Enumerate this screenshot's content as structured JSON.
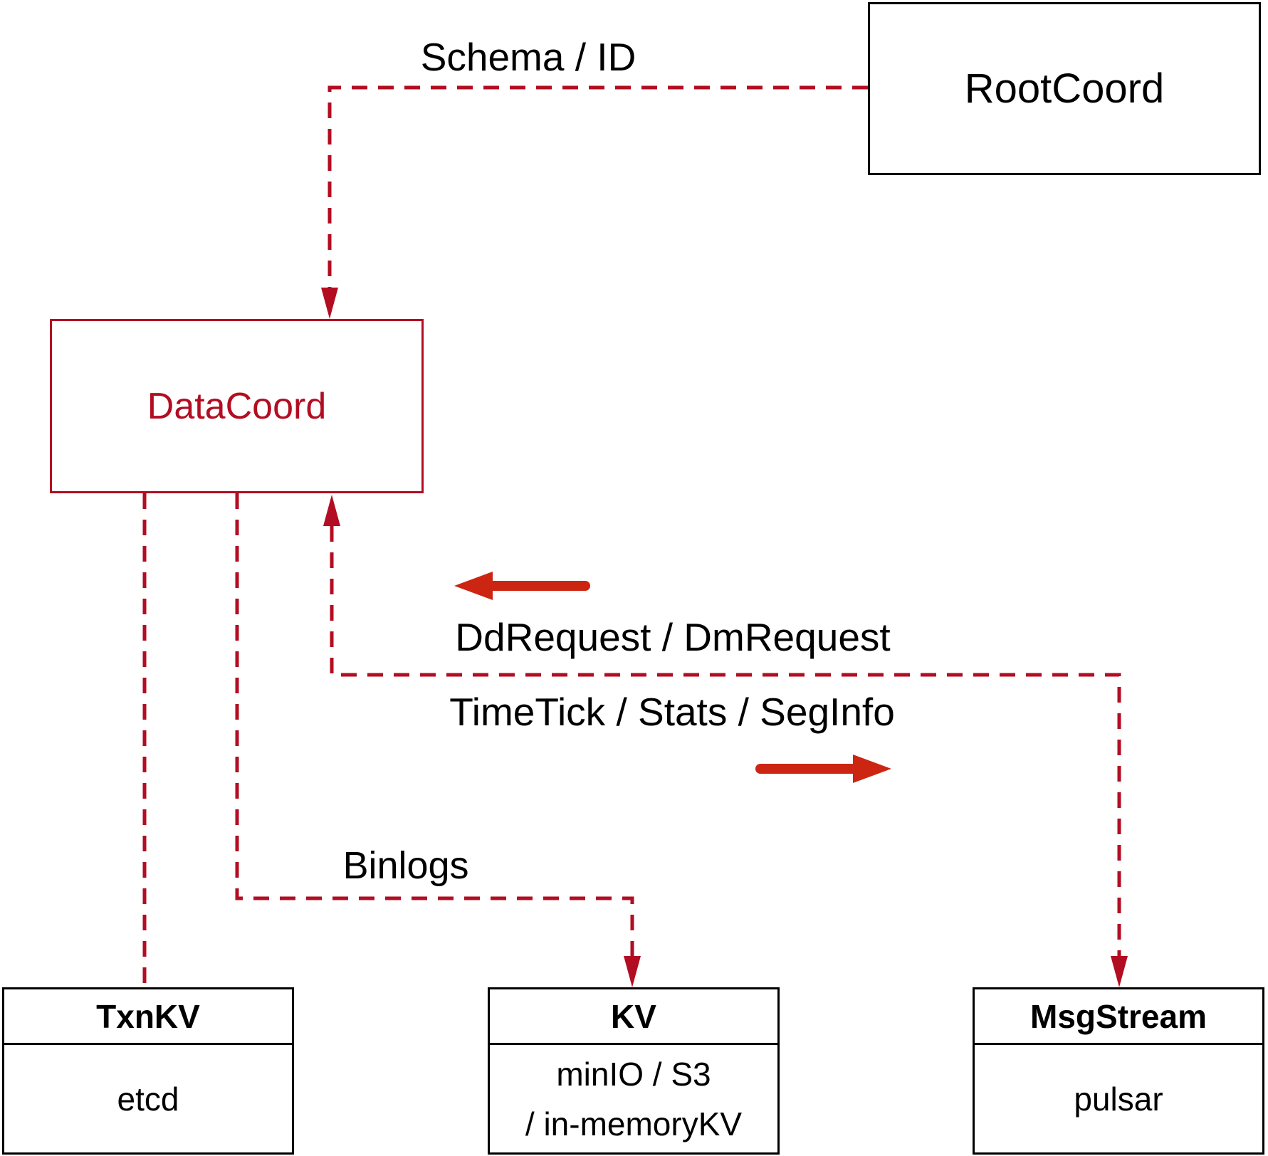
{
  "diagram": {
    "nodes": {
      "rootcoord": {
        "label": "RootCoord"
      },
      "datacoord": {
        "label": "DataCoord"
      },
      "txnkv": {
        "header": "TxnKV",
        "body": "etcd"
      },
      "kv": {
        "header": "KV",
        "body_line1": "minIO / S3",
        "body_line2": "/ in-memoryKV"
      },
      "msgstream": {
        "header": "MsgStream",
        "body": "pulsar"
      }
    },
    "edge_labels": {
      "schema_id": "Schema / ID",
      "ddrequest_dmrequest": "DdRequest / DmRequest",
      "timetick_stats_seginfo": "TimeTick / Stats / SegInfo",
      "binlogs": "Binlogs"
    },
    "colors": {
      "dashed_edge": "#b20d22",
      "solid_arrow": "#cc2512",
      "datacoord_accent": "#b20d22",
      "box_border": "#000000",
      "label_text": "#000000",
      "background": "#ffffff"
    }
  }
}
